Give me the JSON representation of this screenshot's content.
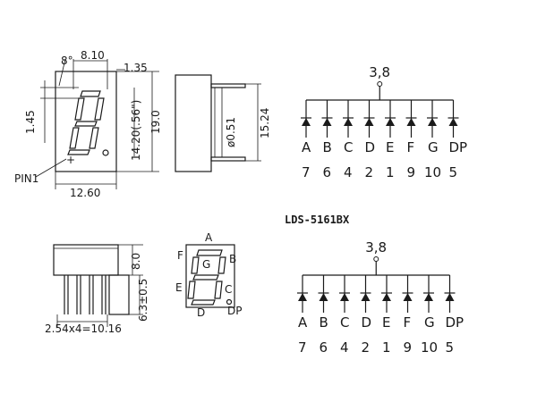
{
  "title": "LDS-5161BX",
  "front_view": {
    "dims": {
      "angle": "8°",
      "width_top": "8.10",
      "right_offset": "1.35",
      "seg_offset": "1.45",
      "height_inner": "14.20(.56\")",
      "height_outer": "19.0",
      "width_bottom": "12.60"
    },
    "pin_label": "PIN1"
  },
  "side_view": {
    "dims": {
      "pin_dia": "ø0.51",
      "height": "15.24"
    }
  },
  "bottom_view": {
    "dims": {
      "height": "8.0",
      "pin_len": "6.3±0.5",
      "pitch": "2.54x4=10.16"
    }
  },
  "segment_labels": [
    "A",
    "B",
    "C",
    "D",
    "E",
    "F",
    "G",
    "DP"
  ],
  "schematic_top": {
    "common_pins": "3,8",
    "letters": [
      "A",
      "B",
      "C",
      "D",
      "E",
      "F",
      "G",
      "DP"
    ],
    "pins": [
      "7",
      "6",
      "4",
      "2",
      "1",
      "9",
      "10",
      "5"
    ]
  },
  "schematic_bottom": {
    "common_pins": "3,8",
    "letters": [
      "A",
      "B",
      "C",
      "D",
      "E",
      "F",
      "G",
      "DP"
    ],
    "pins": [
      "7",
      "6",
      "4",
      "2",
      "1",
      "9",
      "10",
      "5"
    ]
  }
}
